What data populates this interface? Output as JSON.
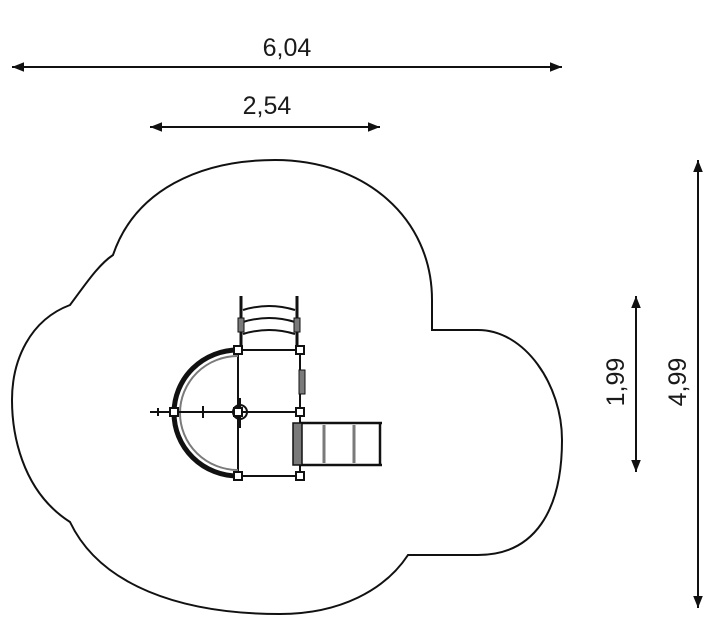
{
  "dimensions": {
    "overall_width": "6,04",
    "inner_width": "2,54",
    "inner_height": "1,99",
    "overall_height": "4,99"
  },
  "colors": {
    "line": "#111111",
    "equipment_gray": "#7a7a7a",
    "background": "#ffffff"
  }
}
